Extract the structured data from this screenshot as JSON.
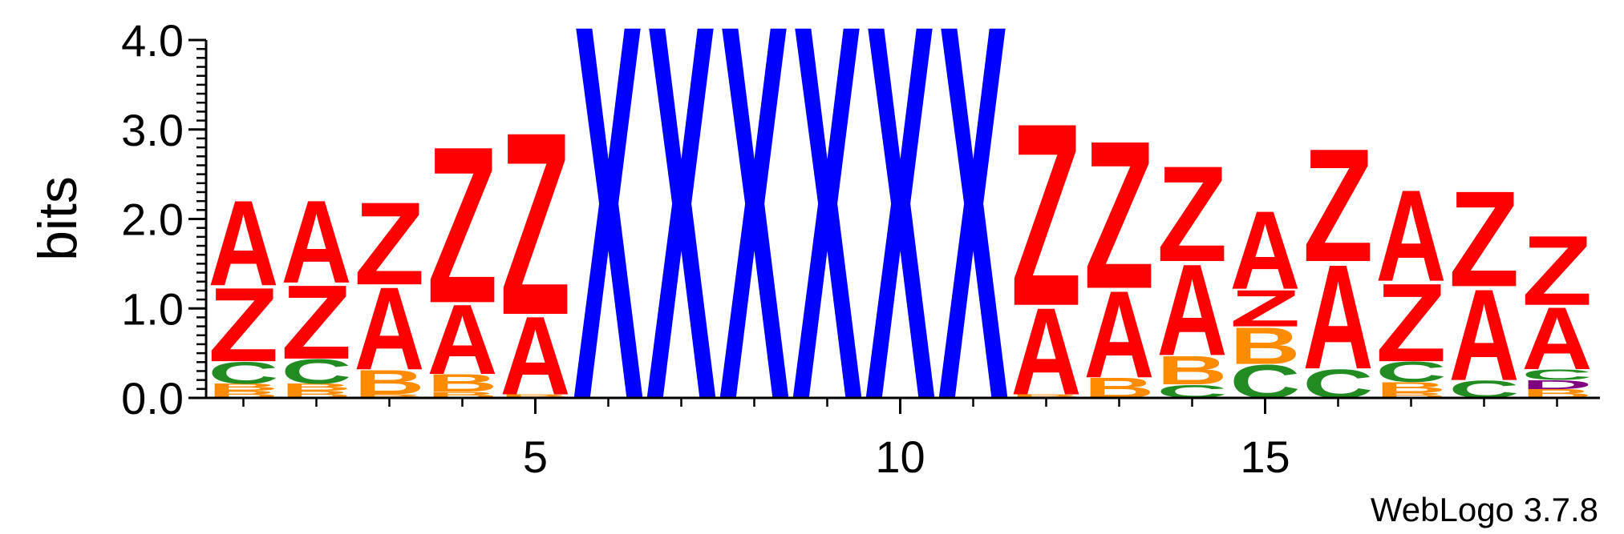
{
  "chart_data": {
    "type": "sequence-logo",
    "ylabel": "bits",
    "ylim": [
      0,
      4.0
    ],
    "y_ticks": [
      "0.0",
      "1.0",
      "2.0",
      "3.0",
      "4.0"
    ],
    "y_tick_values": [
      0,
      1,
      2,
      3,
      4
    ],
    "x_ticks": [
      "5",
      "10",
      "15"
    ],
    "x_tick_values": [
      5,
      10,
      15
    ],
    "positions": [
      {
        "pos": 1,
        "stack": [
          {
            "letter": "B",
            "bits": 0.08
          },
          {
            "letter": "B",
            "bits": 0.08
          },
          {
            "letter": "C",
            "bits": 0.25
          },
          {
            "letter": "Z",
            "bits": 0.85
          },
          {
            "letter": "A",
            "bits": 0.98
          }
        ]
      },
      {
        "pos": 2,
        "stack": [
          {
            "letter": "B",
            "bits": 0.08
          },
          {
            "letter": "B",
            "bits": 0.08
          },
          {
            "letter": "C",
            "bits": 0.28
          },
          {
            "letter": "Z",
            "bits": 0.85
          },
          {
            "letter": "A",
            "bits": 0.95
          }
        ]
      },
      {
        "pos": 3,
        "stack": [
          {
            "letter": "B",
            "bits": 0.04
          },
          {
            "letter": "B",
            "bits": 0.28
          },
          {
            "letter": "A",
            "bits": 0.95
          },
          {
            "letter": "Z",
            "bits": 0.95
          }
        ]
      },
      {
        "pos": 4,
        "stack": [
          {
            "letter": "B",
            "bits": 0.07
          },
          {
            "letter": "B",
            "bits": 0.2
          },
          {
            "letter": "A",
            "bits": 0.8
          },
          {
            "letter": "Z",
            "bits": 1.8
          }
        ]
      },
      {
        "pos": 5,
        "stack": [
          {
            "letter": "B",
            "bits": 0.04
          },
          {
            "letter": "A",
            "bits": 0.9
          },
          {
            "letter": "Z",
            "bits": 2.1
          }
        ]
      },
      {
        "pos": 6,
        "stack": [
          {
            "letter": "X",
            "bits": 4.32
          }
        ]
      },
      {
        "pos": 7,
        "stack": [
          {
            "letter": "X",
            "bits": 4.32
          }
        ]
      },
      {
        "pos": 8,
        "stack": [
          {
            "letter": "X",
            "bits": 4.32
          }
        ]
      },
      {
        "pos": 9,
        "stack": [
          {
            "letter": "X",
            "bits": 4.32
          }
        ]
      },
      {
        "pos": 10,
        "stack": [
          {
            "letter": "X",
            "bits": 4.32
          }
        ]
      },
      {
        "pos": 11,
        "stack": [
          {
            "letter": "X",
            "bits": 4.32
          }
        ]
      },
      {
        "pos": 12,
        "stack": [
          {
            "letter": "B",
            "bits": 0.04
          },
          {
            "letter": "A",
            "bits": 1.0
          },
          {
            "letter": "Z",
            "bits": 2.1
          }
        ]
      },
      {
        "pos": 13,
        "stack": [
          {
            "letter": "B",
            "bits": 0.23
          },
          {
            "letter": "A",
            "bits": 1.0
          },
          {
            "letter": "Z",
            "bits": 1.7
          }
        ]
      },
      {
        "pos": 14,
        "stack": [
          {
            "letter": "C",
            "bits": 0.15
          },
          {
            "letter": "B",
            "bits": 0.33
          },
          {
            "letter": "A",
            "bits": 1.05
          },
          {
            "letter": "Z",
            "bits": 1.1
          }
        ]
      },
      {
        "pos": 15,
        "stack": [
          {
            "letter": "C",
            "bits": 0.38
          },
          {
            "letter": "B",
            "bits": 0.42
          },
          {
            "letter": "Z",
            "bits": 0.42
          },
          {
            "letter": "A",
            "bits": 0.9
          }
        ]
      },
      {
        "pos": 16,
        "stack": [
          {
            "letter": "C",
            "bits": 0.33
          },
          {
            "letter": "A",
            "bits": 1.2
          },
          {
            "letter": "Z",
            "bits": 1.3
          }
        ]
      },
      {
        "pos": 17,
        "stack": [
          {
            "letter": "B",
            "bits": 0.06
          },
          {
            "letter": "B",
            "bits": 0.12
          },
          {
            "letter": "C",
            "bits": 0.23
          },
          {
            "letter": "Z",
            "bits": 0.9
          },
          {
            "letter": "A",
            "bits": 1.05
          }
        ]
      },
      {
        "pos": 18,
        "stack": [
          {
            "letter": "C",
            "bits": 0.2
          },
          {
            "letter": "A",
            "bits": 1.05
          },
          {
            "letter": "Z",
            "bits": 1.1
          }
        ]
      },
      {
        "pos": 19,
        "stack": [
          {
            "letter": "B",
            "bits": 0.1
          },
          {
            "letter": "D",
            "bits": 0.1
          },
          {
            "letter": "C",
            "bits": 0.12
          },
          {
            "letter": "A",
            "bits": 0.72
          },
          {
            "letter": "Z",
            "bits": 0.8
          }
        ]
      }
    ]
  },
  "colors": {
    "X": "#0000ff",
    "Z": "#ff0000",
    "A": "#ff0000",
    "B": "#ff8c00",
    "C": "#228b22",
    "D": "#800080",
    "axis": "#000000"
  },
  "credit": "WebLogo 3.7.8"
}
